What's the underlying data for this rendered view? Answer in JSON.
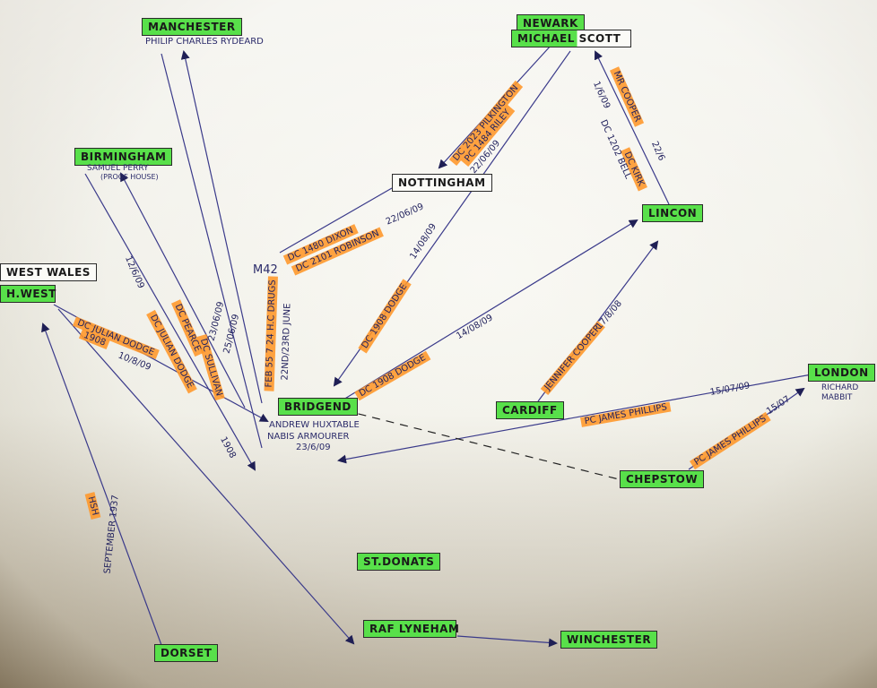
{
  "places": {
    "manchester": "MANCHESTER",
    "newark": "NEWARK",
    "michael_scott": "MICHAEL SCOTT",
    "birmingham": "BIRMINGHAM",
    "nottingham": "NOTTINGHAM",
    "lincon": "LINCON",
    "west_wales": "WEST WALES",
    "h_west": "H.WEST",
    "bridgend": "BRIDGEND",
    "cardiff": "CARDIFF",
    "london": "LONDON",
    "chepstow": "CHEPSTOW",
    "st_donats": "ST.DONATS",
    "raf_lyneham": "RAF LYNEHAM",
    "winchester": "WINCHESTER",
    "dorset": "DORSET"
  },
  "notes": {
    "manchester_person": "PHILIP CHARLES RYDEARD",
    "birmingham_person": "SAMUEL PERRY",
    "birmingham_sub": "(PROOF HOUSE)",
    "bridgend_person": "ANDREW HUXTABLE",
    "bridgend_sub": "NABIS ARMOURER",
    "bridgend_date": "23/6/09",
    "london_person_1": "RICHARD",
    "london_person_2": "MABBIT",
    "m42": "M42"
  },
  "edge_labels": {
    "mr_cooper": "MR COOPER",
    "dc_kirk": "DC KIRK",
    "date_22_6": "22/6",
    "date_1_6": "1/6/09",
    "dc_1202_bell": "DC 1202 BELL",
    "dc_2023": "DC 2023 PILKINGTON",
    "pc_1484": "PC 1484 RILEY",
    "date_22_06_09_a": "22/06/09",
    "dc_1480_dixon": "DC 1480 DIXON",
    "dc_2101_robinson": "DC 2101 ROBINSON",
    "date_22_06_09_b": "22/06/09",
    "dc_1908_dodge_a": "DC 1908 DODGE",
    "date_14_08_09_a": "14/08/09",
    "dc_1908_dodge_b": "DC 1908 DODGE",
    "date_14_08_09_b": "14/08/09",
    "jennifer_cooper": "JENNIFER COOPER",
    "date_17_8_08": "17/8/08",
    "pc_james_phillips_a": "PC JAMES PHILLIPS",
    "date_15_07_09_a": "15/07/09",
    "pc_james_phillips_b": "PC JAMES PHILLIPS",
    "date_15_07_b": "15/07",
    "dc_julian_dodge_a": "DC JULIAN DODGE",
    "dc_julian_dodge_a2": "1908",
    "date_10_8_09": "10/8/09",
    "dc_julian_dodge_b": "DC JULIAN DODGE",
    "date_1908": "1908",
    "dc_sullivan": "DC SULLIVAN",
    "date_25_06_09": "25/06/09",
    "date_23_06_09": "23/06/09",
    "dc_pearce": "DC PEARCE",
    "date_12_6_09": "12/6/09",
    "feb_55": "FEB 55 7 24 H.C DRUGS",
    "date_22nd_23rd": "22ND/23RD JUNE",
    "hsh": "HSH",
    "september_1937": "SEPTEMBER 1937"
  }
}
